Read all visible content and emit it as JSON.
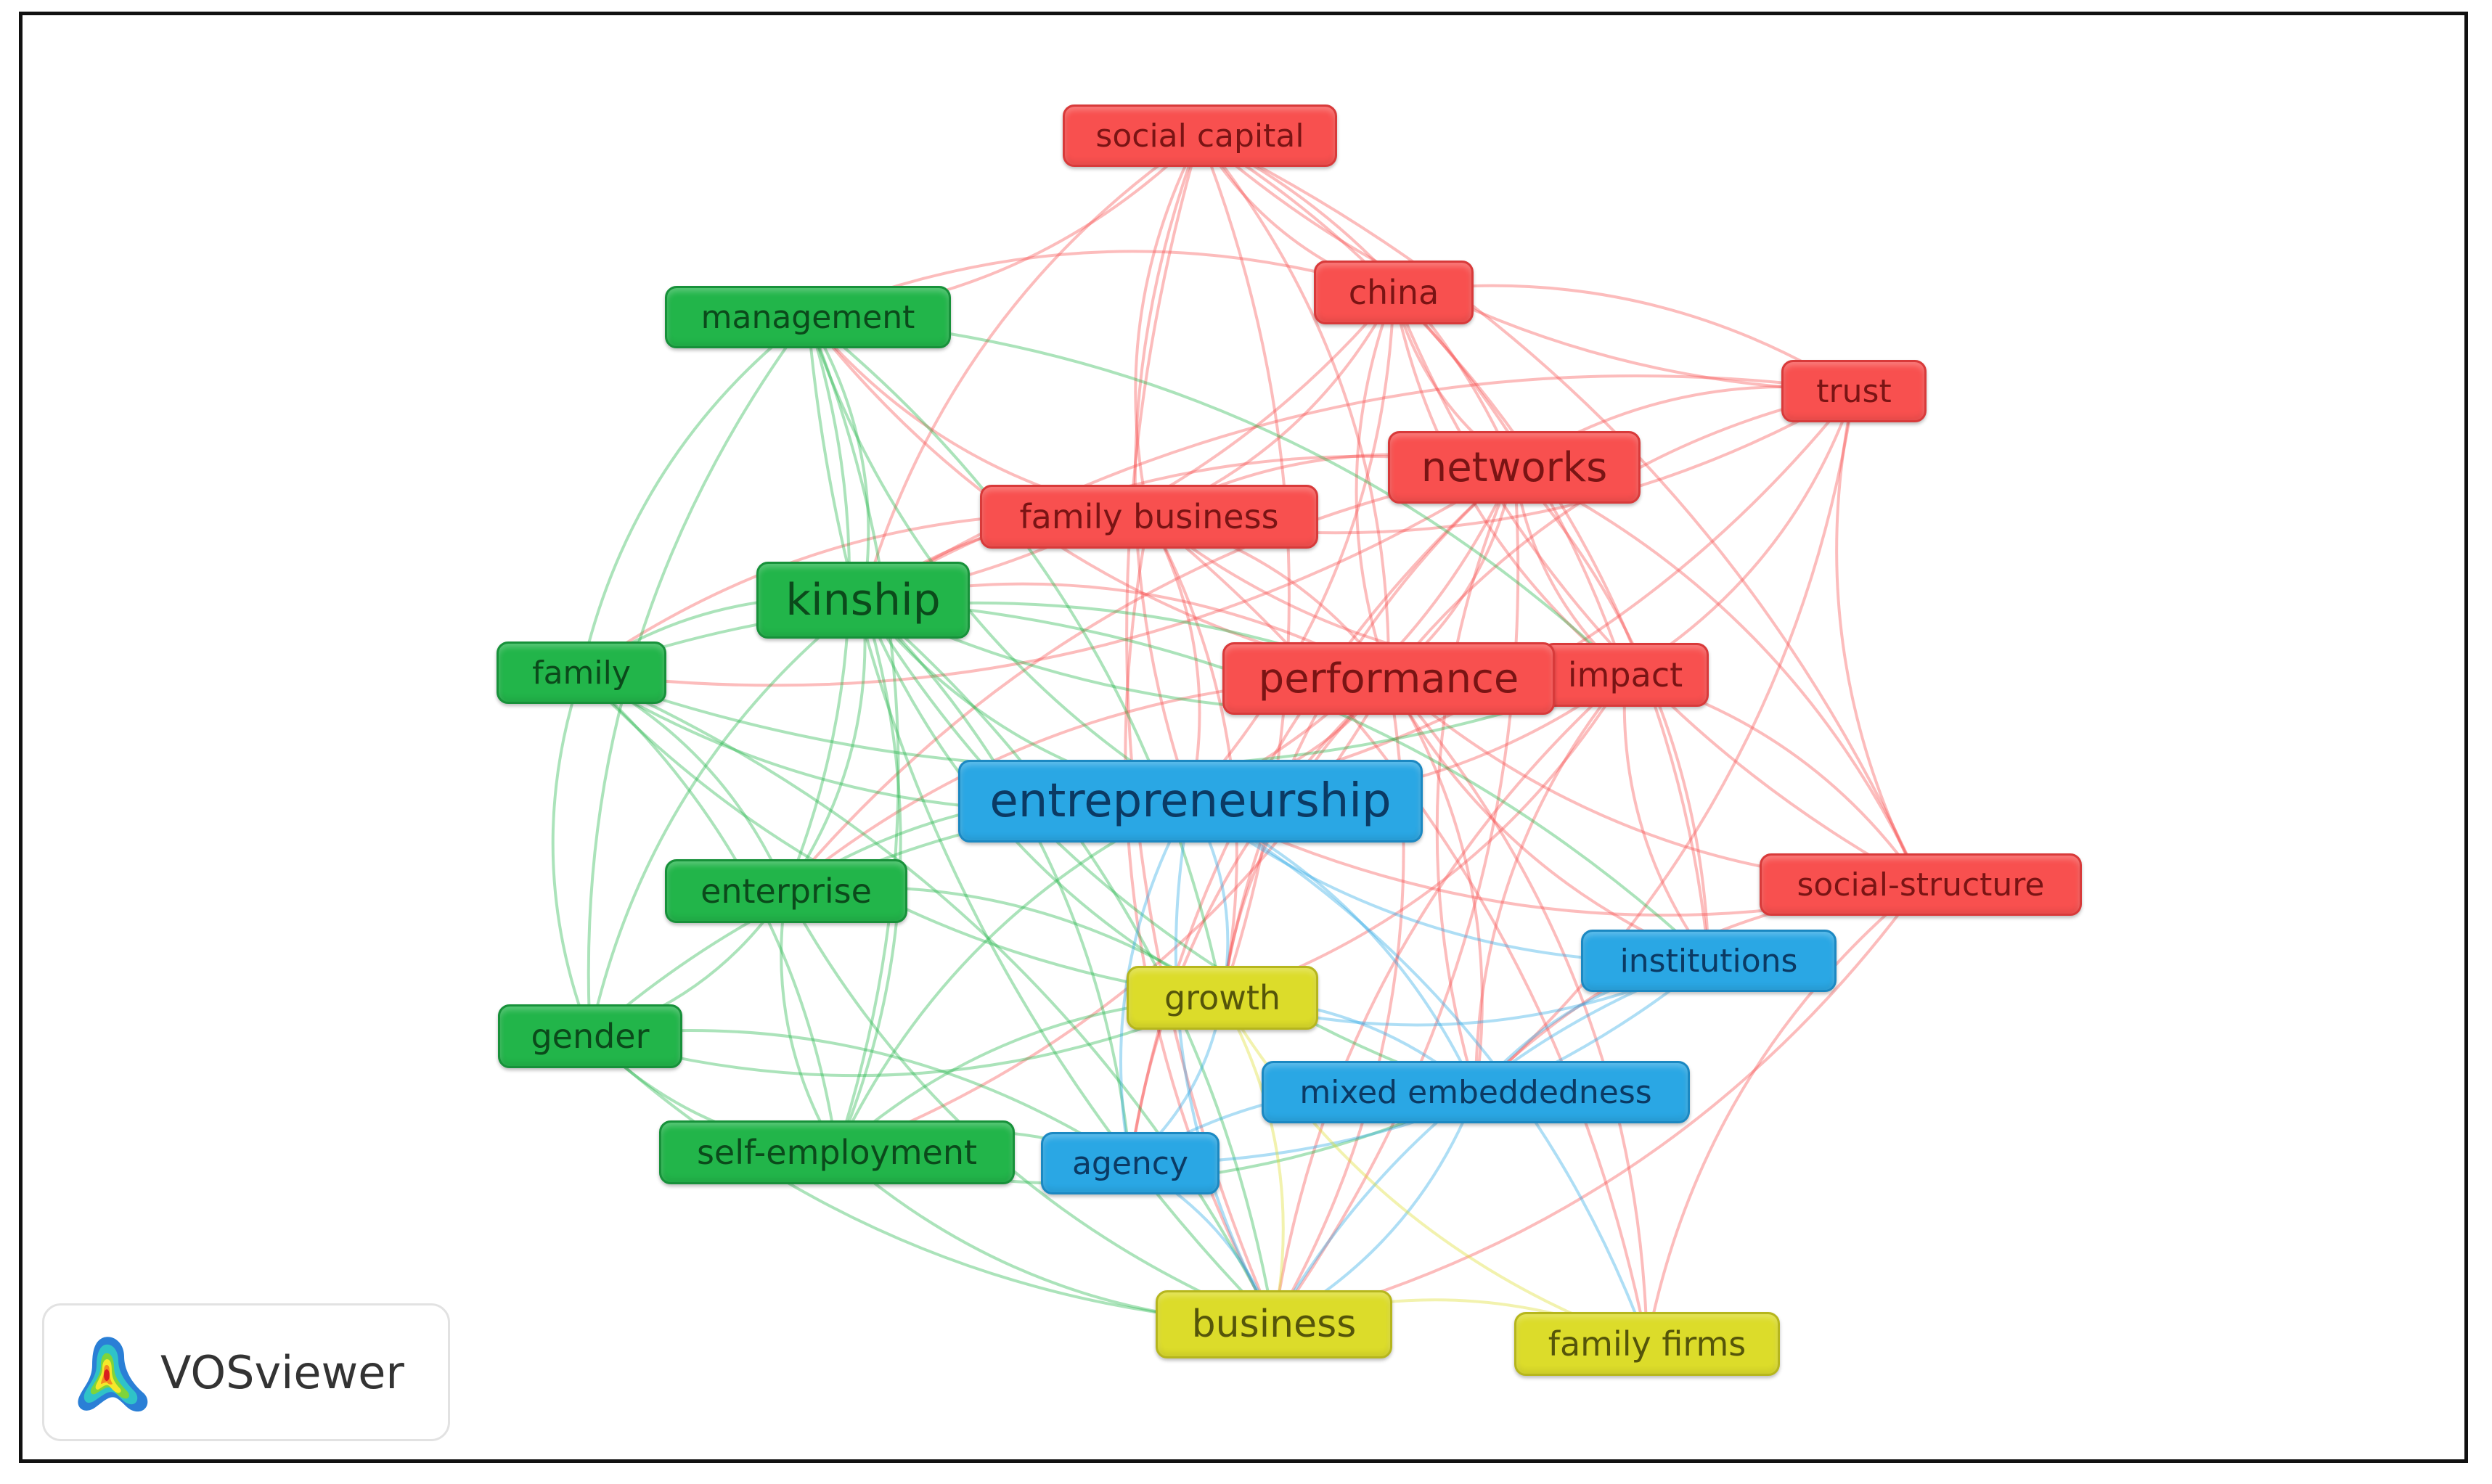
{
  "colors": {
    "red": "#f8504f",
    "green": "#22b54a",
    "blue": "#2aa7e4",
    "yellow": "#dcdc2a"
  },
  "nodes": [
    {
      "id": "social_capital",
      "label": "social capital",
      "cluster": "red"
    },
    {
      "id": "china",
      "label": "china",
      "cluster": "red"
    },
    {
      "id": "trust",
      "label": "trust",
      "cluster": "red"
    },
    {
      "id": "networks",
      "label": "networks",
      "cluster": "red"
    },
    {
      "id": "family_business",
      "label": "family business",
      "cluster": "red"
    },
    {
      "id": "impact",
      "label": "impact",
      "cluster": "red"
    },
    {
      "id": "performance",
      "label": "performance",
      "cluster": "red"
    },
    {
      "id": "social_structure",
      "label": "social-structure",
      "cluster": "red"
    },
    {
      "id": "management",
      "label": "management",
      "cluster": "green"
    },
    {
      "id": "kinship",
      "label": "kinship",
      "cluster": "green"
    },
    {
      "id": "family",
      "label": "family",
      "cluster": "green"
    },
    {
      "id": "enterprise",
      "label": "enterprise",
      "cluster": "green"
    },
    {
      "id": "gender",
      "label": "gender",
      "cluster": "green"
    },
    {
      "id": "self_employment",
      "label": "self-employment",
      "cluster": "green"
    },
    {
      "id": "entrepreneurship",
      "label": "entrepreneurship",
      "cluster": "blue"
    },
    {
      "id": "institutions",
      "label": "institutions",
      "cluster": "blue"
    },
    {
      "id": "mixed_embeddedness",
      "label": "mixed embeddedness",
      "cluster": "blue"
    },
    {
      "id": "agency",
      "label": "agency",
      "cluster": "blue"
    },
    {
      "id": "growth",
      "label": "growth",
      "cluster": "yellow"
    },
    {
      "id": "business",
      "label": "business",
      "cluster": "yellow"
    },
    {
      "id": "family_firms",
      "label": "family firms",
      "cluster": "yellow"
    }
  ],
  "links": [
    [
      "social_capital",
      "china"
    ],
    [
      "social_capital",
      "networks"
    ],
    [
      "social_capital",
      "trust"
    ],
    [
      "social_capital",
      "performance"
    ],
    [
      "social_capital",
      "family_business"
    ],
    [
      "social_capital",
      "impact"
    ],
    [
      "social_capital",
      "entrepreneurship"
    ],
    [
      "social_capital",
      "management"
    ],
    [
      "social_capital",
      "kinship"
    ],
    [
      "social_capital",
      "social_structure"
    ],
    [
      "social_capital",
      "business"
    ],
    [
      "social_capital",
      "growth"
    ],
    [
      "china",
      "networks"
    ],
    [
      "china",
      "trust"
    ],
    [
      "china",
      "performance"
    ],
    [
      "china",
      "family_business"
    ],
    [
      "china",
      "impact"
    ],
    [
      "china",
      "entrepreneurship"
    ],
    [
      "china",
      "management"
    ],
    [
      "china",
      "kinship"
    ],
    [
      "china",
      "social_structure"
    ],
    [
      "china",
      "institutions"
    ],
    [
      "trust",
      "networks"
    ],
    [
      "trust",
      "family_business"
    ],
    [
      "trust",
      "performance"
    ],
    [
      "trust",
      "impact"
    ],
    [
      "trust",
      "social_structure"
    ],
    [
      "trust",
      "entrepreneurship"
    ],
    [
      "trust",
      "kinship"
    ],
    [
      "trust",
      "mixed_embeddedness"
    ],
    [
      "networks",
      "family_business"
    ],
    [
      "networks",
      "performance"
    ],
    [
      "networks",
      "impact"
    ],
    [
      "networks",
      "entrepreneurship"
    ],
    [
      "networks",
      "kinship"
    ],
    [
      "networks",
      "social_structure"
    ],
    [
      "networks",
      "growth"
    ],
    [
      "networks",
      "business"
    ],
    [
      "networks",
      "agency"
    ],
    [
      "networks",
      "family"
    ],
    [
      "networks",
      "mixed_embeddedness"
    ],
    [
      "networks",
      "institutions"
    ],
    [
      "networks",
      "enterprise"
    ],
    [
      "family_business",
      "performance"
    ],
    [
      "family_business",
      "kinship"
    ],
    [
      "family_business",
      "entrepreneurship"
    ],
    [
      "family_business",
      "impact"
    ],
    [
      "family_business",
      "management"
    ],
    [
      "family_business",
      "family"
    ],
    [
      "family_business",
      "growth"
    ],
    [
      "family_business",
      "business"
    ],
    [
      "family_business",
      "family_firms"
    ],
    [
      "performance",
      "impact"
    ],
    [
      "performance",
      "entrepreneurship"
    ],
    [
      "performance",
      "kinship"
    ],
    [
      "performance",
      "management"
    ],
    [
      "performance",
      "growth"
    ],
    [
      "performance",
      "business"
    ],
    [
      "performance",
      "social_structure"
    ],
    [
      "performance",
      "family_firms"
    ],
    [
      "performance",
      "institutions"
    ],
    [
      "performance",
      "mixed_embeddedness"
    ],
    [
      "performance",
      "agency"
    ],
    [
      "performance",
      "self_employment"
    ],
    [
      "performance",
      "enterprise"
    ],
    [
      "impact",
      "entrepreneurship"
    ],
    [
      "impact",
      "institutions"
    ],
    [
      "impact",
      "social_structure"
    ],
    [
      "impact",
      "mixed_embeddedness"
    ],
    [
      "impact",
      "growth"
    ],
    [
      "impact",
      "business"
    ],
    [
      "social_structure",
      "entrepreneurship"
    ],
    [
      "social_structure",
      "mixed_embeddedness"
    ],
    [
      "social_structure",
      "business"
    ],
    [
      "social_structure",
      "family_firms"
    ],
    [
      "management",
      "kinship"
    ],
    [
      "management",
      "family"
    ],
    [
      "management",
      "enterprise"
    ],
    [
      "management",
      "gender"
    ],
    [
      "management",
      "self_employment"
    ],
    [
      "management",
      "entrepreneurship"
    ],
    [
      "management",
      "growth"
    ],
    [
      "management",
      "business"
    ],
    [
      "management",
      "impact"
    ],
    [
      "kinship",
      "family"
    ],
    [
      "kinship",
      "enterprise"
    ],
    [
      "kinship",
      "gender"
    ],
    [
      "kinship",
      "self_employment"
    ],
    [
      "kinship",
      "entrepreneurship"
    ],
    [
      "kinship",
      "business"
    ],
    [
      "kinship",
      "growth"
    ],
    [
      "kinship",
      "agency"
    ],
    [
      "kinship",
      "mixed_embeddedness"
    ],
    [
      "kinship",
      "institutions"
    ],
    [
      "kinship",
      "impact"
    ],
    [
      "family",
      "enterprise"
    ],
    [
      "family",
      "gender"
    ],
    [
      "family",
      "self_employment"
    ],
    [
      "family",
      "entrepreneurship"
    ],
    [
      "family",
      "business"
    ],
    [
      "family",
      "growth"
    ],
    [
      "family",
      "performance"
    ],
    [
      "family",
      "impact"
    ],
    [
      "enterprise",
      "gender"
    ],
    [
      "enterprise",
      "self_employment"
    ],
    [
      "enterprise",
      "entrepreneurship"
    ],
    [
      "enterprise",
      "business"
    ],
    [
      "enterprise",
      "growth"
    ],
    [
      "gender",
      "self_employment"
    ],
    [
      "gender",
      "entrepreneurship"
    ],
    [
      "gender",
      "business"
    ],
    [
      "gender",
      "agency"
    ],
    [
      "gender",
      "growth"
    ],
    [
      "self_employment",
      "entrepreneurship"
    ],
    [
      "self_employment",
      "business"
    ],
    [
      "self_employment",
      "agency"
    ],
    [
      "self_employment",
      "mixed_embeddedness"
    ],
    [
      "self_employment",
      "growth"
    ],
    [
      "entrepreneurship",
      "institutions"
    ],
    [
      "entrepreneurship",
      "mixed_embeddedness"
    ],
    [
      "entrepreneurship",
      "agency"
    ],
    [
      "entrepreneurship",
      "growth"
    ],
    [
      "entrepreneurship",
      "business"
    ],
    [
      "entrepreneurship",
      "family_firms"
    ],
    [
      "institutions",
      "mixed_embeddedness"
    ],
    [
      "institutions",
      "agency"
    ],
    [
      "institutions",
      "business"
    ],
    [
      "institutions",
      "growth"
    ],
    [
      "mixed_embeddedness",
      "agency"
    ],
    [
      "mixed_embeddedness",
      "business"
    ],
    [
      "mixed_embeddedness",
      "growth"
    ],
    [
      "agency",
      "business"
    ],
    [
      "agency",
      "growth"
    ],
    [
      "growth",
      "business"
    ],
    [
      "growth",
      "family_firms"
    ],
    [
      "business",
      "family_firms"
    ]
  ],
  "logo": {
    "text": "VOSviewer"
  }
}
